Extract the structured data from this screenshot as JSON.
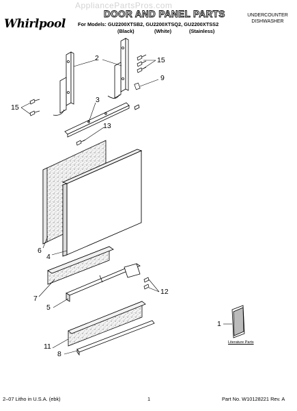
{
  "watermark": "AppliancePartsPros.com",
  "brand": "Whirlpool",
  "header": {
    "title": "DOOR AND PANEL PARTS",
    "models_line": "For Models: GU2200XTSB2, GU2200XTSQ2, GU2200XTSS2",
    "variants": [
      "(Black)",
      "(White)",
      "(Stainless)"
    ],
    "category_line1": "UNDERCOUNTER",
    "category_line2": "DISHWASHER"
  },
  "callouts": [
    "2",
    "15",
    "9",
    "3",
    "15",
    "13",
    "6",
    "4",
    "7",
    "5",
    "12",
    "11",
    "8",
    "1"
  ],
  "literature_label": "Literature Parts",
  "footer": {
    "left": "2–07 Litho in U.S.A. (ebk)",
    "center": "1",
    "right": "Part No. W10128221 Rev. A"
  }
}
